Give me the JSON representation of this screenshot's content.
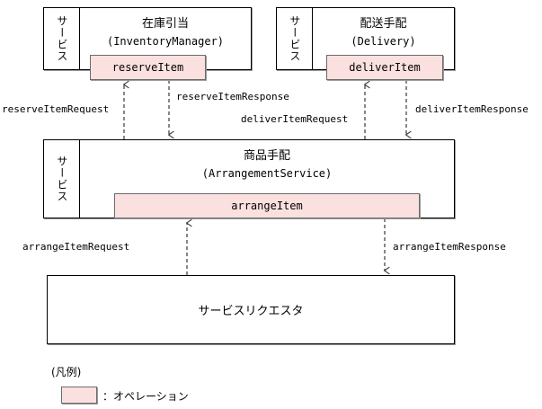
{
  "diagram": {
    "title_note": "",
    "colors": {
      "operation_fill": "#fbe0e0",
      "operation_border": "#6b6b6b",
      "box_border": "#000000",
      "shadow": "#9a9a9a",
      "background": "#ffffff"
    },
    "services": [
      {
        "id": "inventory-manager",
        "tag": "サービス",
        "name_jp": "在庫引当",
        "name_en": "(InventoryManager)",
        "operation": "reserveItem"
      },
      {
        "id": "delivery",
        "tag": "サービス",
        "name_jp": "配送手配",
        "name_en": "(Delivery)",
        "operation": "deliverItem"
      },
      {
        "id": "arrangement-service",
        "tag": "サービス",
        "name_jp": "商品手配",
        "name_en": "(ArrangementService)",
        "operation": "arrangeItem"
      }
    ],
    "requester": {
      "id": "service-requester",
      "label": "サービスリクエスタ"
    },
    "messages": [
      {
        "id": "reserve-item-request",
        "label": "reserveItemRequest",
        "direction": "up"
      },
      {
        "id": "reserve-item-response",
        "label": "reserveItemResponse",
        "direction": "down"
      },
      {
        "id": "deliver-item-request",
        "label": "deliverItemRequest",
        "direction": "up"
      },
      {
        "id": "deliver-item-response",
        "label": "deliverItemResponse",
        "direction": "down"
      },
      {
        "id": "arrange-item-request",
        "label": "arrangeItemRequest",
        "direction": "up"
      },
      {
        "id": "arrange-item-response",
        "label": "arrangeItemResponse",
        "direction": "down"
      }
    ],
    "legend": {
      "title": "(凡例)",
      "entry_label": "：オペレーション"
    }
  }
}
